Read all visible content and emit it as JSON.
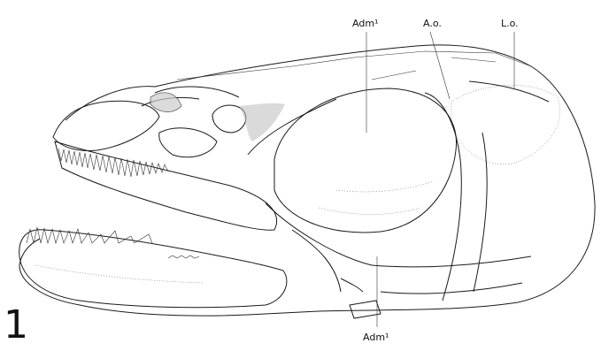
{
  "figure": {
    "plate_number": "1",
    "labels": {
      "adm1_top": "Adm¹",
      "ao": "A.o.",
      "lo": "L.o.",
      "adm1_bottom": "Adm¹"
    }
  }
}
